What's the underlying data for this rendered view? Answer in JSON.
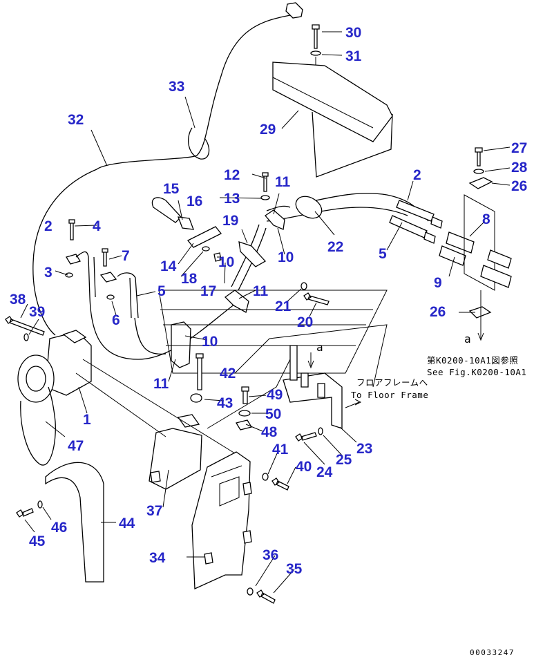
{
  "callouts": [
    {
      "id": "30",
      "text": "30"
    },
    {
      "id": "31",
      "text": "31"
    },
    {
      "id": "33",
      "text": "33"
    },
    {
      "id": "32",
      "text": "32"
    },
    {
      "id": "29",
      "text": "29"
    },
    {
      "id": "27",
      "text": "27"
    },
    {
      "id": "28",
      "text": "28"
    },
    {
      "id": "26a",
      "text": "26"
    },
    {
      "id": "12",
      "text": "12"
    },
    {
      "id": "11a",
      "text": "11"
    },
    {
      "id": "2a",
      "text": "2"
    },
    {
      "id": "15",
      "text": "15"
    },
    {
      "id": "16",
      "text": "16"
    },
    {
      "id": "13",
      "text": "13"
    },
    {
      "id": "2b",
      "text": "2"
    },
    {
      "id": "4",
      "text": "4"
    },
    {
      "id": "19",
      "text": "19"
    },
    {
      "id": "22",
      "text": "22"
    },
    {
      "id": "8",
      "text": "8"
    },
    {
      "id": "5a",
      "text": "5"
    },
    {
      "id": "10a",
      "text": "10"
    },
    {
      "id": "7",
      "text": "7"
    },
    {
      "id": "14",
      "text": "14"
    },
    {
      "id": "3",
      "text": "3"
    },
    {
      "id": "18",
      "text": "18"
    },
    {
      "id": "10b",
      "text": "10"
    },
    {
      "id": "9",
      "text": "9"
    },
    {
      "id": "17",
      "text": "17"
    },
    {
      "id": "5b",
      "text": "5"
    },
    {
      "id": "11b",
      "text": "11"
    },
    {
      "id": "38",
      "text": "38"
    },
    {
      "id": "39",
      "text": "39"
    },
    {
      "id": "6",
      "text": "6"
    },
    {
      "id": "21",
      "text": "21"
    },
    {
      "id": "26b",
      "text": "26"
    },
    {
      "id": "20",
      "text": "20"
    },
    {
      "id": "10c",
      "text": "10"
    },
    {
      "id": "11c",
      "text": "11"
    },
    {
      "id": "42",
      "text": "42"
    },
    {
      "id": "49",
      "text": "49"
    },
    {
      "id": "1",
      "text": "1"
    },
    {
      "id": "43",
      "text": "43"
    },
    {
      "id": "50",
      "text": "50"
    },
    {
      "id": "48",
      "text": "48"
    },
    {
      "id": "47",
      "text": "47"
    },
    {
      "id": "23",
      "text": "23"
    },
    {
      "id": "25",
      "text": "25"
    },
    {
      "id": "41",
      "text": "41"
    },
    {
      "id": "24",
      "text": "24"
    },
    {
      "id": "40",
      "text": "40"
    },
    {
      "id": "37",
      "text": "37"
    },
    {
      "id": "46",
      "text": "46"
    },
    {
      "id": "44",
      "text": "44"
    },
    {
      "id": "45",
      "text": "45"
    },
    {
      "id": "36",
      "text": "36"
    },
    {
      "id": "34",
      "text": "34"
    },
    {
      "id": "35",
      "text": "35"
    }
  ],
  "labels": {
    "view_a_upper": "a",
    "view_a_lower": "a",
    "ref_note_jp": "第K0200-10A1図参照",
    "ref_note_en": "See Fig.K0200-10A1",
    "floor_note_jp": "フロアフレームへ",
    "floor_note_en": "To Floor Frame",
    "drawing_number": "00033247"
  }
}
